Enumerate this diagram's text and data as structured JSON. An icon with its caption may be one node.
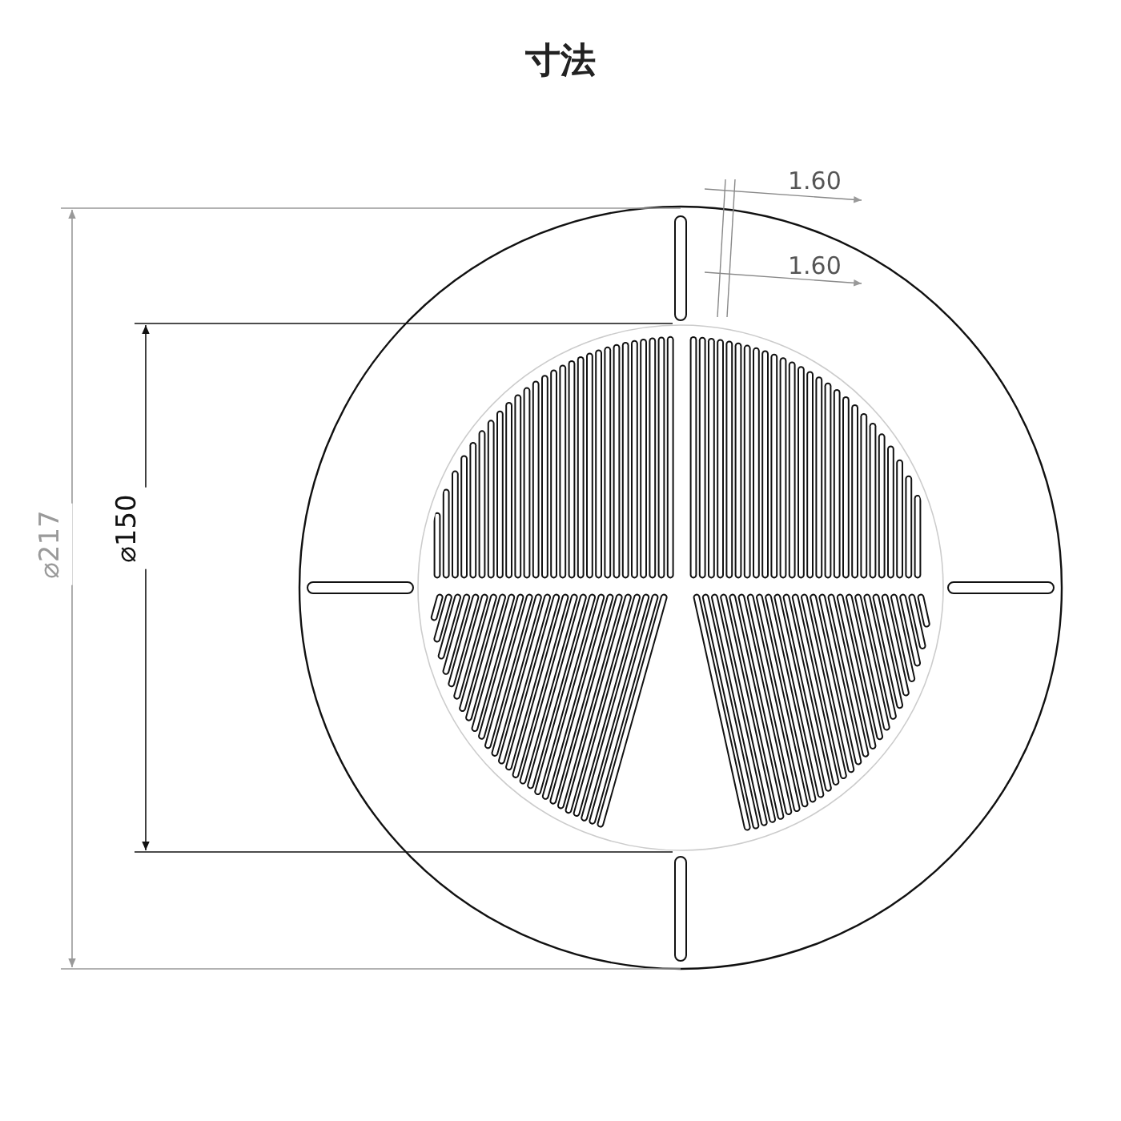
{
  "diagram": {
    "title": "寸法",
    "labels": [
      "1.60",
      "1.60",
      "⌀217",
      "⌀150"
    ]
  }
}
